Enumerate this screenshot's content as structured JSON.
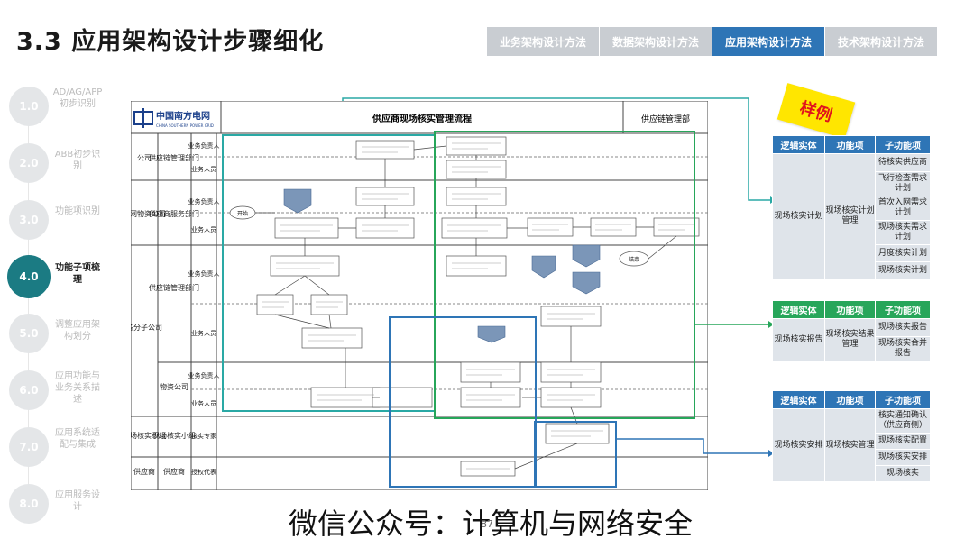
{
  "page": {
    "title": "3.3 应用架构设计步骤细化",
    "page_number": "87",
    "watermark": "微信公众号：计算机与网络安全"
  },
  "tabs": [
    {
      "label": "业务架构设计方法",
      "active": false
    },
    {
      "label": "数据架构设计方法",
      "active": false
    },
    {
      "label": "应用架构设计方法",
      "active": true
    },
    {
      "label": "技术架构设计方法",
      "active": false
    }
  ],
  "steps": [
    {
      "num": "1.0",
      "label": "AD/AG/APP初步识别",
      "active": false
    },
    {
      "num": "2.0",
      "label": "ABB初步识别",
      "active": false
    },
    {
      "num": "3.0",
      "label": "功能项识别",
      "active": false
    },
    {
      "num": "4.0",
      "label": "功能子项梳理",
      "active": true
    },
    {
      "num": "5.0",
      "label": "调整应用架构划分",
      "active": false
    },
    {
      "num": "6.0",
      "label": "应用功能与业务关系描述",
      "active": false
    },
    {
      "num": "7.0",
      "label": "应用系统适配与集成",
      "active": false
    },
    {
      "num": "8.0",
      "label": "应用服务设计",
      "active": false
    }
  ],
  "stamp": "样例",
  "diagram": {
    "company": "中国南方电网",
    "company_en": "CHINA SOUTHERN POWER GRID",
    "title": "供应商现场核实管理流程",
    "dept": "供应链管理部",
    "rows": [
      {
        "org": "公司",
        "dept": "供应链管理部门",
        "roles": [
          "业务负责人",
          "业务人员"
        ]
      },
      {
        "org": "南网物资公司",
        "dept": "供应商服务部门",
        "roles": [
          "业务负责人",
          "业务人员"
        ]
      },
      {
        "org": "各分子公司",
        "dept": "供应链管理部门",
        "roles": [
          "业务负责人",
          "业务人员"
        ]
      },
      {
        "org": "",
        "dept": "物资公司",
        "roles": [
          "业务负责人",
          "业务人员"
        ]
      },
      {
        "org": "现场核实小组",
        "dept": "现场核实小组",
        "roles": [
          "核实专家"
        ]
      },
      {
        "org": "供应商",
        "dept": "供应商",
        "roles": [
          "授权代表"
        ]
      }
    ],
    "start_label": "开始",
    "end_label": "结束"
  },
  "tables": [
    {
      "headers": [
        "逻辑实体",
        "功能项",
        "子功能项"
      ],
      "entity": "现场核实计划",
      "function": "现场核实计划管理",
      "subs": [
        "待核实供应商",
        "飞行检查需求计划",
        "首次入网需求计划",
        "现场核实需求计划",
        "月度核实计划",
        "现场核实计划"
      ],
      "color": "#2e75b6"
    },
    {
      "headers": [
        "逻辑实体",
        "功能项",
        "子功能项"
      ],
      "entity": "现场核实报告",
      "function": "现场核实结果管理",
      "subs": [
        "现场核实报告",
        "现场核实合并报告"
      ],
      "color": "#27a65a"
    },
    {
      "headers": [
        "逻辑实体",
        "功能项",
        "子功能项"
      ],
      "entity": "现场核实安排",
      "function": "现场核实管理",
      "subs": [
        "核实通知确认（供应商侧）",
        "现场核实配置",
        "现场核实安排",
        "现场核实"
      ],
      "color": "#2e75b6"
    }
  ]
}
